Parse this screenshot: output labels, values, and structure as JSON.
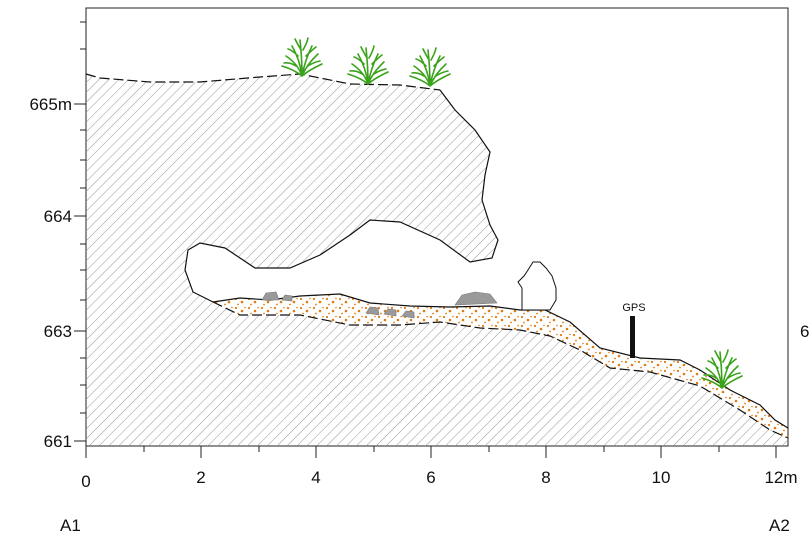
{
  "figure": {
    "left_axis_labels": [
      "665m",
      "664",
      "663",
      "661"
    ],
    "right_edge_label": "6",
    "bottom_axis_labels": [
      "0",
      "2",
      "4",
      "6",
      "8",
      "10",
      "12m"
    ],
    "endpoint_labels": {
      "left": "A1",
      "right": "A2"
    },
    "marker_label": "GPS"
  },
  "legend_colors": {
    "rock_hatch": "#8a8a8a",
    "sediment_dots": "#e07b12",
    "stones": "#9a9a9a",
    "vegetation": "#3aa21a"
  }
}
